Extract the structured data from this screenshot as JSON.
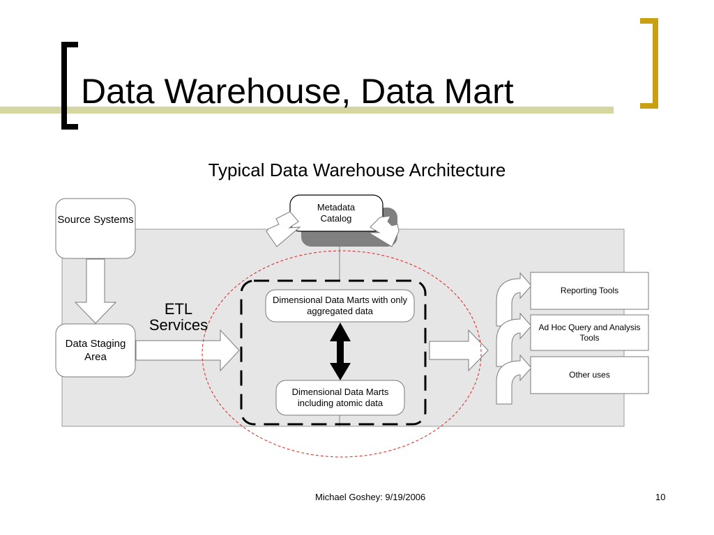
{
  "slide": {
    "title": "Data Warehouse, Data Mart",
    "subtitle": "Typical Data Warehouse Architecture",
    "footer": "Michael Goshey: 9/19/2006",
    "page_number": "10"
  },
  "diagram": {
    "source_systems": "Source Systems",
    "data_staging_area": "Data Staging Area",
    "etl_services": "ETL Services",
    "metadata_catalog": "Metadata Catalog",
    "aggregated_marts": "Dimensional Data Marts with only aggregated data",
    "atomic_marts": "Dimensional Data Marts including atomic data",
    "reporting_tools": "Reporting Tools",
    "ad_hoc_query": "Ad Hoc Query and Analysis Tools",
    "other_uses": "Other uses"
  },
  "colors": {
    "title_bracket_left": "#000000",
    "title_bracket_right": "#c8a012",
    "title_rule": "#d6d6a3",
    "panel_background": "#e6e6e6",
    "highlight_ellipse": "#e02020"
  }
}
